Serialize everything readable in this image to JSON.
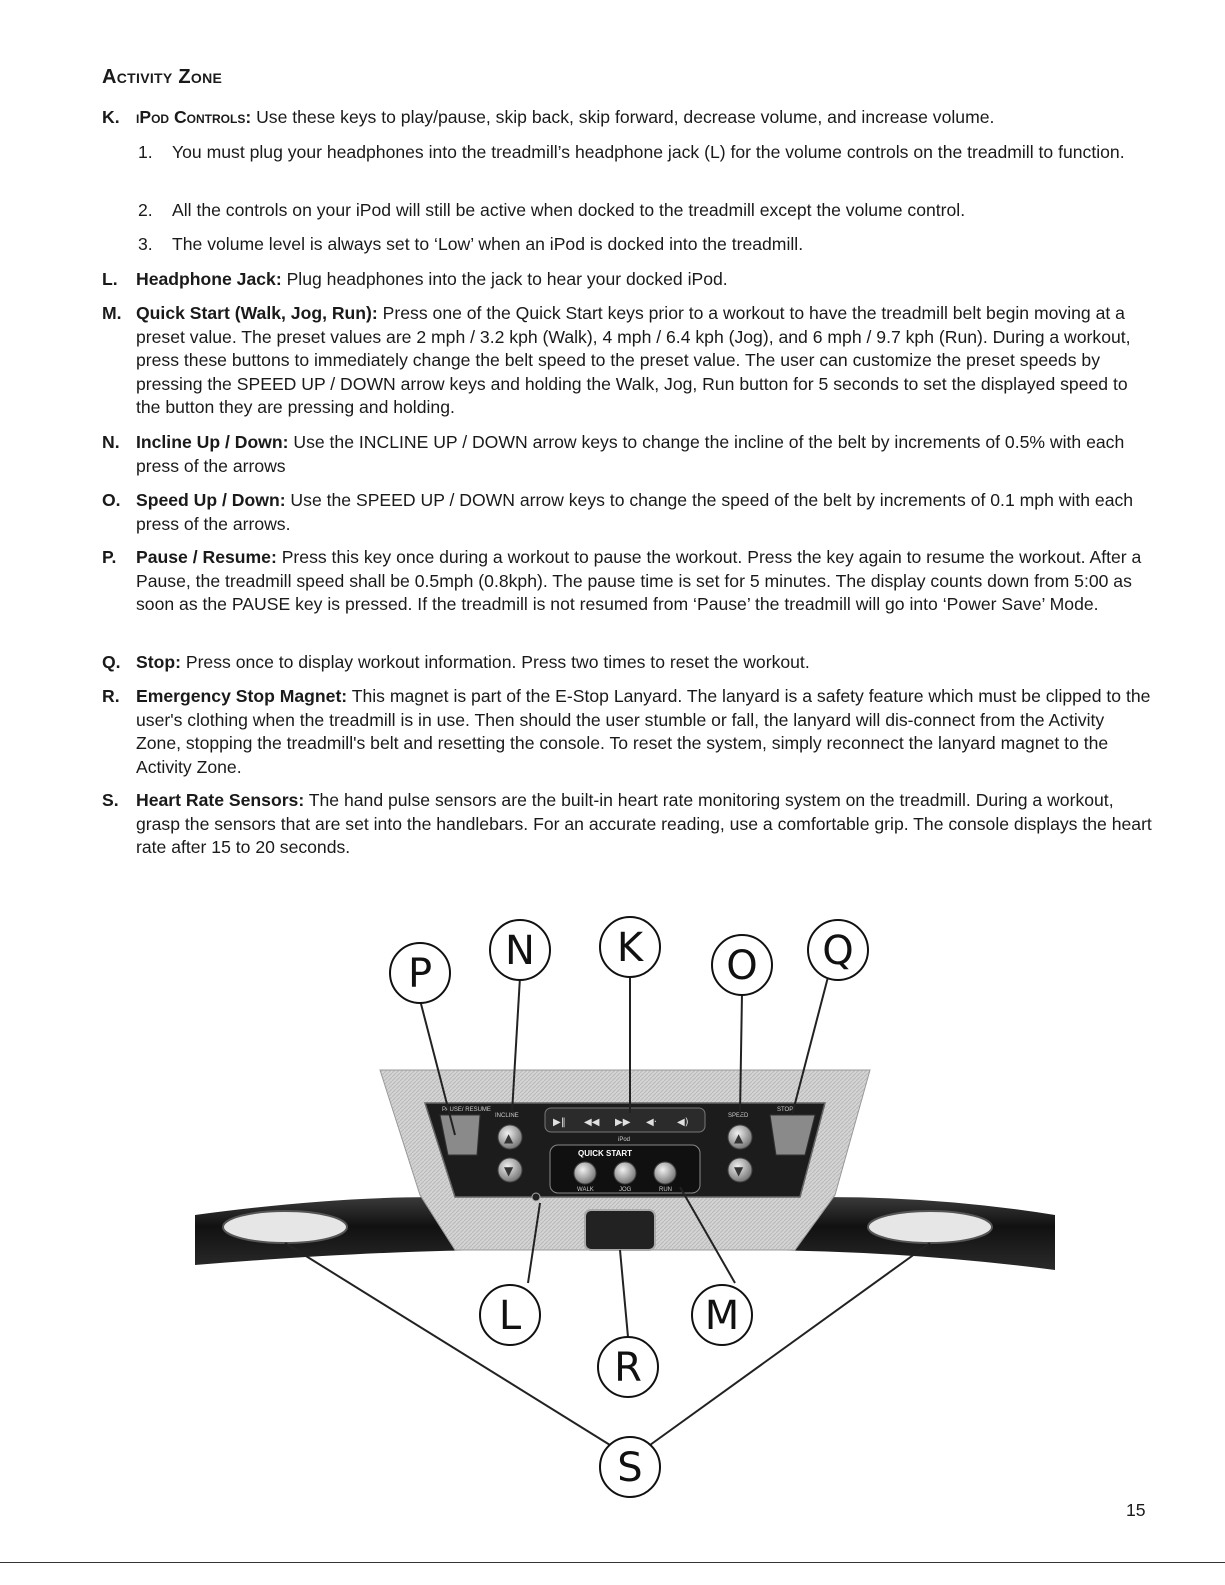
{
  "section_title": "Activity Zone",
  "items": [
    {
      "letter": "K.",
      "term": "iPod Controls:",
      "text": " Use these keys to play/pause, skip back, skip forward, decrease volume, and increase volume."
    },
    {
      "letter": "L.",
      "term": "Headphone Jack:",
      "text": " Plug headphones into the jack to hear your docked iPod."
    },
    {
      "letter": "M.",
      "term": "Quick Start (Walk, Jog, Run):",
      "text": " Press one of the Quick Start keys prior to a workout to have the treadmill belt begin moving at a preset value. The preset values are 2 mph / 3.2 kph (Walk), 4 mph / 6.4 kph (Jog), and 6 mph / 9.7 kph (Run). During a workout, press these buttons to immediately change the belt speed to the preset value. The user can customize the preset speeds by pressing the SPEED UP / DOWN arrow keys and holding the Walk, Jog, Run button for 5 seconds to set the displayed speed to the button they are pressing and holding."
    },
    {
      "letter": "N.",
      "term": "Incline Up / Down:",
      "text": " Use the INCLINE UP / DOWN arrow keys to change the incline of the belt by increments of 0.5% with each press of the arrows"
    },
    {
      "letter": "O.",
      "term": "Speed Up / Down:",
      "text": " Use the SPEED UP / DOWN arrow keys to change the speed of the belt by increments of 0.1 mph with each press of the arrows."
    },
    {
      "letter": "P.",
      "term": "Pause / Resume:",
      "text": " Press this key once during a workout to pause the workout. Press the key again to resume the workout. After a Pause, the treadmill speed shall be 0.5mph (0.8kph). The pause time is set for 5 minutes. The display counts down from 5:00 as soon as the PAUSE key is pressed. If the treadmill is not resumed from ‘Pause’ the treadmill will go into ‘Power Save’ Mode."
    },
    {
      "letter": "Q.",
      "term": "Stop:",
      "text": " Press once to display workout information. Press two times to reset the workout."
    },
    {
      "letter": "R.",
      "term": "Emergency Stop Magnet:",
      "text": " This magnet is part of the E-Stop Lanyard. The lanyard is a safety feature which must be clipped to the user's clothing when the treadmill is in use. Then should the user stumble or fall, the lanyard will dis-connect from the Activity Zone, stopping the treadmill's belt and resetting the console. To reset the system, simply reconnect the lanyard magnet to the Activity Zone."
    },
    {
      "letter": "S.",
      "term": "Heart Rate Sensors:",
      "text": " The hand pulse sensors are the built-in heart rate monitoring system on the treadmill. During a workout, grasp the sensors that are set into the handlebars. For an accurate reading, use a comfortable grip. The console displays the heart rate after 15 to 20 seconds."
    }
  ],
  "subitems": [
    {
      "num": "1.",
      "text": "You must plug your headphones into the treadmill’s headphone jack (L) for the volume controls on the treadmill to function."
    },
    {
      "num": "2.",
      "text": "All the controls on your iPod will still be active when docked to the treadmill except the volume control."
    },
    {
      "num": "3.",
      "text": "The volume level is always set to ‘Low’ when an iPod is docked into the treadmill."
    }
  ],
  "figure": {
    "callouts": [
      "P",
      "N",
      "K",
      "O",
      "Q",
      "L",
      "R",
      "M",
      "S"
    ],
    "panel": {
      "pause_label": "PAUSE/ RESUME",
      "incline_label": "INCLINE",
      "speed_label": "SPEED",
      "stop_label": "STOP",
      "ipod_label": "iPod",
      "quick_start_label": "QUICK START",
      "walk_label": "WALK",
      "jog_label": "JOG",
      "run_label": "RUN",
      "ipod_keys": [
        "▶‖",
        "◀◀",
        "▶▶",
        "◀·",
        "◀)"
      ]
    }
  },
  "page_number": "15"
}
